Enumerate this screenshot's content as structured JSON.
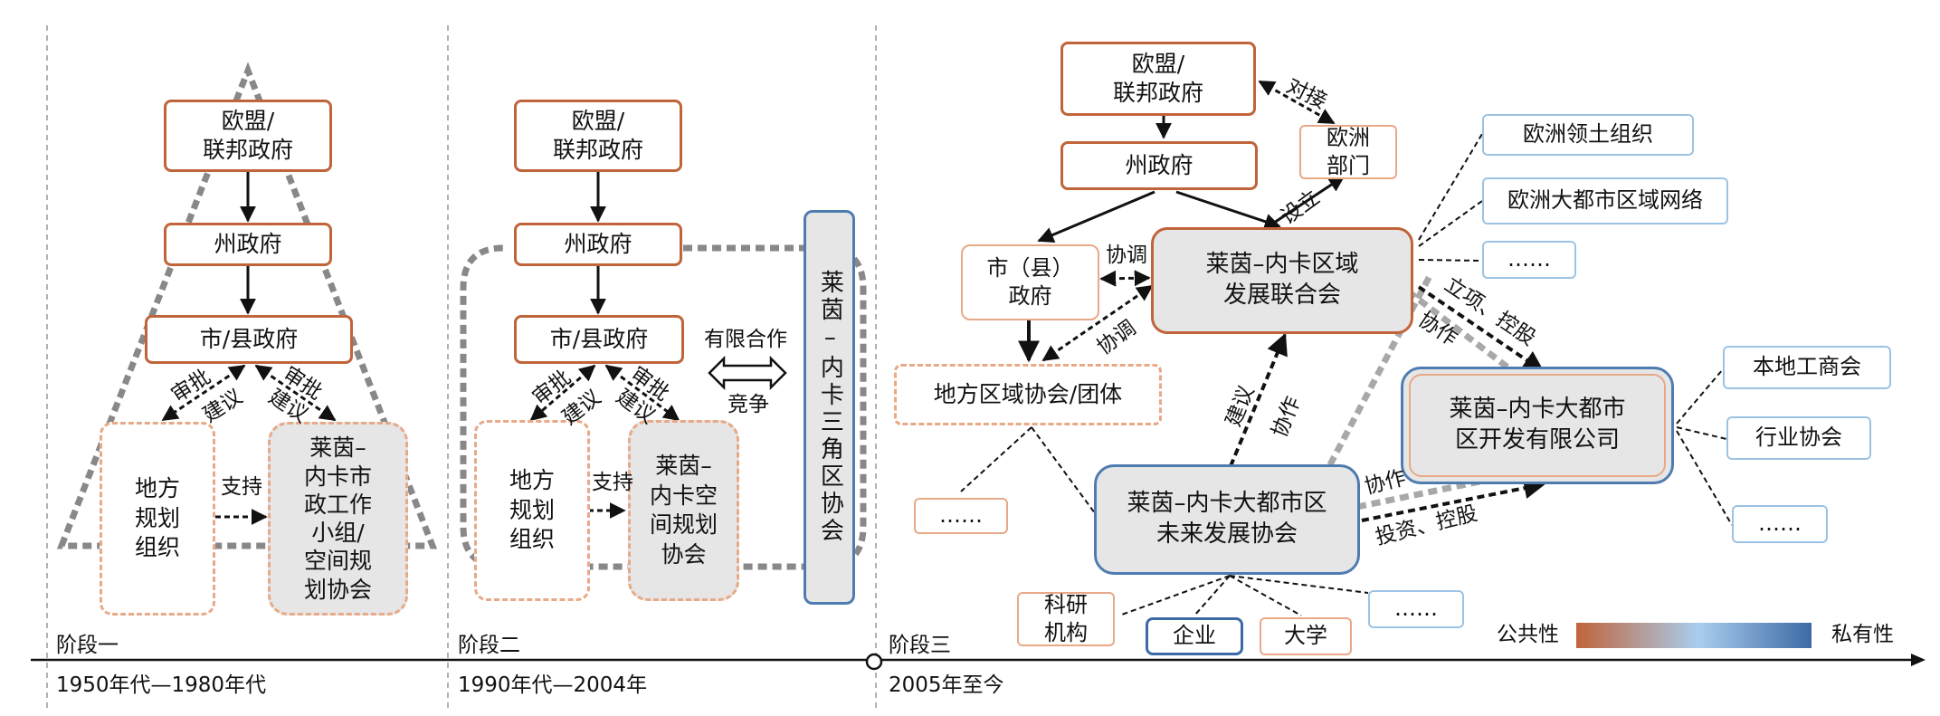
{
  "stages": {
    "s1": {
      "label": "阶段一",
      "period": "1950年代—1980年代"
    },
    "s2": {
      "label": "阶段二",
      "period": "1990年代—2004年"
    },
    "s3": {
      "label": "阶段三",
      "period": "2005年至今"
    }
  },
  "stage1": {
    "eu": "欧盟/\n联邦政府",
    "state": "州政府",
    "city": "市/县政府",
    "local_plan": "地方\n规划\n组织",
    "working_group": "莱茵–\n内卡市\n政工作\n小组/\n空间规\n划协会",
    "approve": "审批",
    "suggest": "建议",
    "support": "支持"
  },
  "stage2": {
    "eu": "欧盟/\n联邦政府",
    "state": "州政府",
    "city": "市/县政府",
    "local_plan": "地方\n规划\n组织",
    "spatial_assoc": "莱茵–\n内卡空\n间规划\n协会",
    "triangle": "莱茵–内卡三角区协会",
    "limited_coop": "有限合作",
    "compete": "竞争",
    "approve": "审批",
    "suggest": "建议",
    "support": "支持"
  },
  "stage3": {
    "eu": "欧盟/\n联邦政府",
    "state": "州政府",
    "eu_dept": "欧洲\n部门",
    "city": "市（县）\n政府",
    "union": "莱茵–内卡区域\n发展联合会",
    "local_assoc": "地方区域协会/团体",
    "dots_left": "……",
    "future_assoc": "莱茵–内卡大都市区\n未来发展协会",
    "dev_company": "莱茵–内卡大都市\n区开发有限公司",
    "eu_territory": "欧洲领土组织",
    "eu_metro": "欧洲大都市区域网络",
    "dots_top": "……",
    "chamber": "本地工商会",
    "industry": "行业协会",
    "dots_right": "……",
    "research": "科研\n机构",
    "enterprise": "企业",
    "university": "大学",
    "dots_bottom": "……",
    "dock": "对接",
    "establish": "设立",
    "coord1": "协调",
    "coord2": "协调",
    "project": "立项、控股",
    "cooperate1": "协作",
    "suggest": "建议",
    "cooperate2": "协作",
    "cooperate3": "协作",
    "invest": "投资、控股"
  },
  "legend": {
    "public": "公共性",
    "private": "私有性",
    "gradient": [
      "#c0643a",
      "#a9cdee",
      "#3c6aa4"
    ]
  }
}
